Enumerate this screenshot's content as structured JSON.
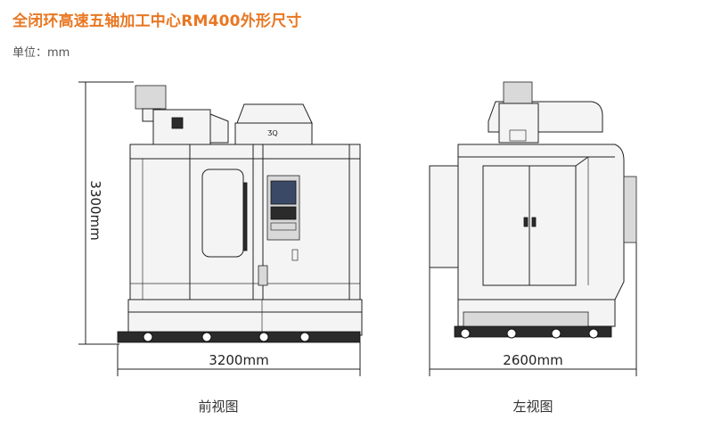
{
  "header": {
    "title": "全闭环高速五轴加工中心RM400外形尺寸",
    "unit": "单位：mm"
  },
  "front_view": {
    "height_label": "3300mm",
    "width_label": "3200mm",
    "caption": "前视图"
  },
  "side_view": {
    "depth_label": "2600mm",
    "caption": "左视图"
  },
  "colors": {
    "title": "#e87722",
    "line": "#222222"
  }
}
